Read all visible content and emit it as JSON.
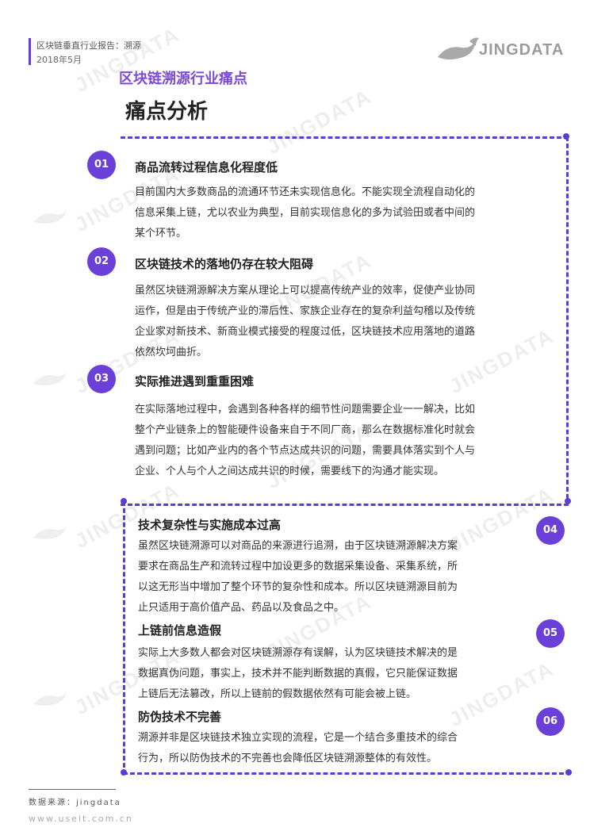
{
  "header": {
    "report_title": "区块链垂直行业报告：溯源",
    "date": "2018年5月",
    "logo_text": "JINGDATA"
  },
  "section_title": "区块链溯源行业痛点",
  "page_title": "痛点分析",
  "watermark_text": "JINGDATA",
  "items": [
    {
      "number": "01",
      "title": "商品流转过程信息化程度低",
      "lines": [
        "目前国内大多数商品的流通环节还未实现信息化。不能实现全流程自动化的",
        "信息采集上链，尤以农业为典型，目前实现信息化的多为试验田或者中间的",
        "某个环节。"
      ]
    },
    {
      "number": "02",
      "title": "区块链技术的落地仍存在较大阻碍",
      "lines": [
        "虽然区块链溯源解决方案从理论上可以提高传统产业的效率，促使产业协同",
        "运作，但是由于传统产业的滞后性、家族企业存在的复杂利益勾稽以及传统",
        "企业家对新技术、新商业模式接受的程度过低，区块链技术应用落地的道路",
        "依然坎坷曲折。"
      ]
    },
    {
      "number": "03",
      "title": "实际推进遇到重重困难",
      "lines": [
        "在实际落地过程中，会遇到各种各样的细节性问题需要企业一一解决，比如",
        "整个产业链条上的智能硬件设备来自于不同厂商，那么在数据标准化时就会",
        "遇到问题；比如产业内的各个节点达成共识的问题，需要具体落实到个人与",
        "企业、个人与个人之间达成共识的时候，需要线下的沟通才能实现。"
      ]
    },
    {
      "number": "04",
      "title": "技术复杂性与实施成本过高",
      "lines": [
        "虽然区块链溯源可以对商品的来源进行追溯，由于区块链溯源解决方案",
        "要求在商品生产和流转过程中加设更多的数据采集设备、采集系统，所",
        "以这无形当中增加了整个环节的复杂性和成本。所以区块链溯源目前为",
        "止只适用于高价值产品、药品以及食品之中。"
      ]
    },
    {
      "number": "05",
      "title": "上链前信息造假",
      "lines": [
        "实际上大多数人都会对区块链溯源存有误解，认为区块链技术解决的是",
        "数据真伪问题，事实上，技术并不能判断数据的真假，它只能保证数据",
        "上链后无法篡改，所以上链前的假数据依然有可能会被上链。"
      ]
    },
    {
      "number": "06",
      "title": "防伪技术不完善",
      "lines": [
        "溯源并非是区块链技术独立实现的流程，它是一个结合多重技术的综合",
        "行为，所以防伪技术的不完善也会降低区块链溯源整体的有效性。"
      ]
    }
  ],
  "footer": {
    "source": "数据来源：jingdata",
    "url": "www.useit.com.cn"
  },
  "colors": {
    "accent": "#6a40d8",
    "dashed_border": "#5a3ed4",
    "section_title": "#7a4bd6"
  }
}
